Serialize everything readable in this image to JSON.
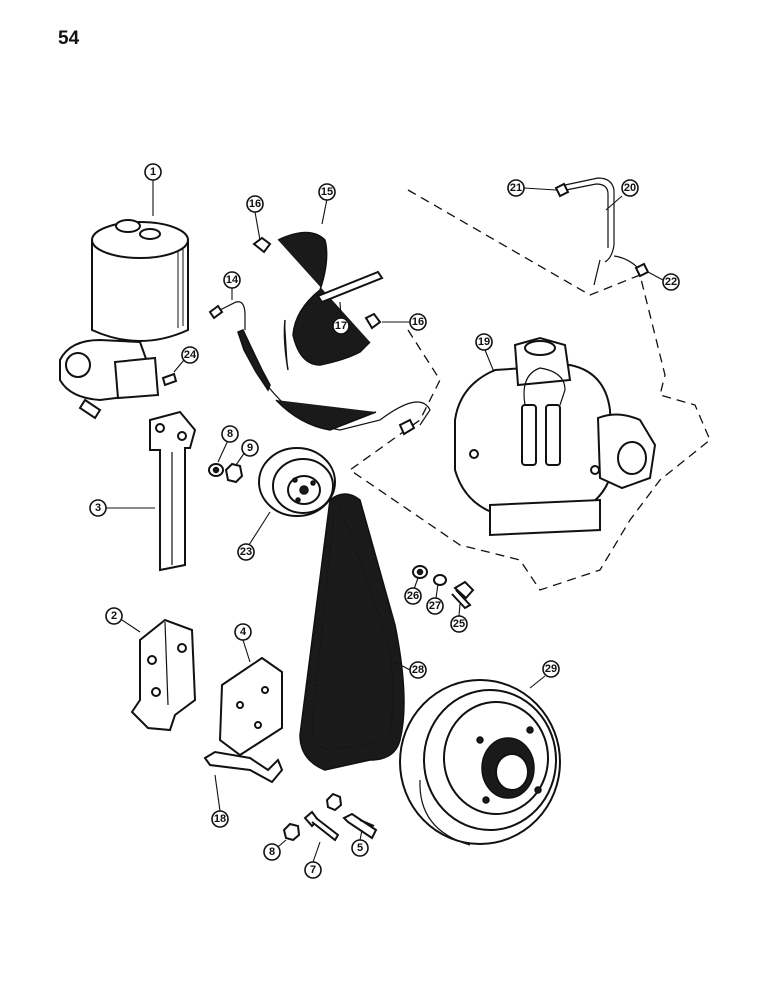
{
  "page_number": "54",
  "callouts": {
    "c1": "1",
    "c2": "2",
    "c3": "3",
    "c4": "4",
    "c5": "5",
    "c7": "7",
    "c8a": "8",
    "c8b": "8",
    "c9": "9",
    "c14": "14",
    "c15": "15",
    "c16a": "16",
    "c16b": "16",
    "c17": "17",
    "c18": "18",
    "c19": "19",
    "c20": "20",
    "c21": "21",
    "c22": "22",
    "c23": "23",
    "c24": "24",
    "c25": "25",
    "c26": "26",
    "c27": "27",
    "c28": "28",
    "c29": "29"
  }
}
